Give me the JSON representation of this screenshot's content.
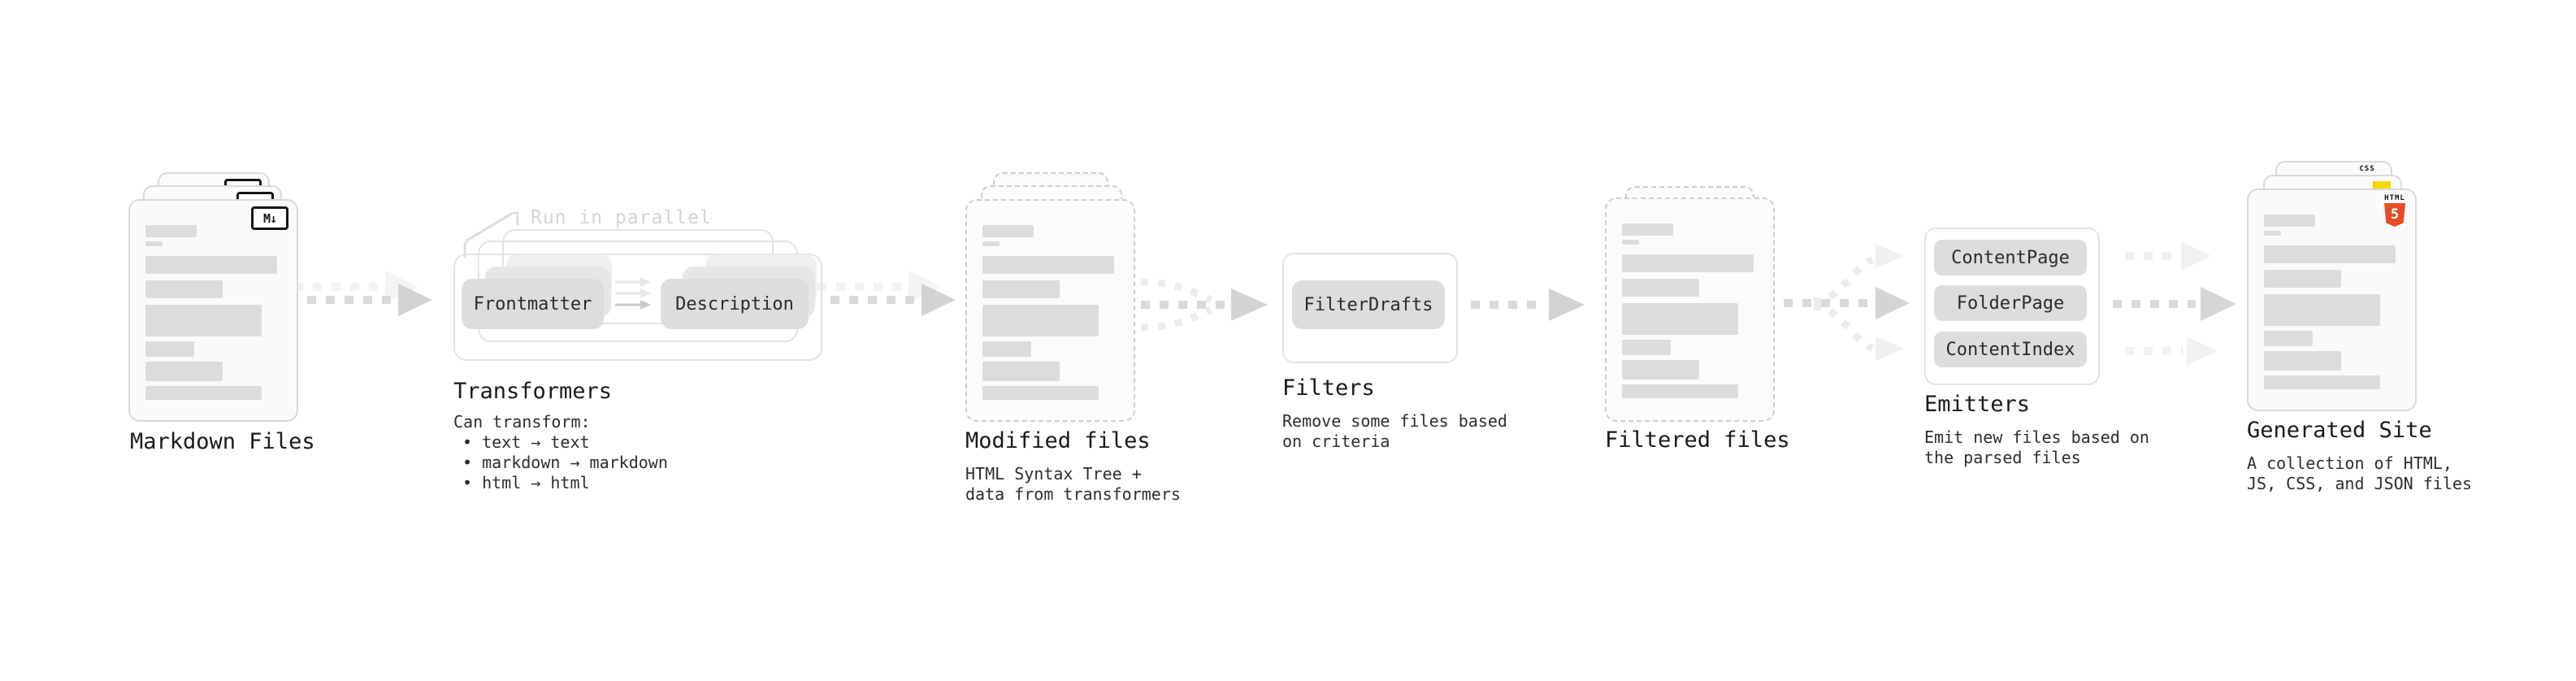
{
  "colors": {
    "html5_orange": "#e44d26",
    "js_yellow": "#f5d800",
    "css_blue": "#2a6bff"
  },
  "nodes": {
    "markdown_files": {
      "label": "Markdown Files",
      "file_badge": "M↓"
    },
    "transformers": {
      "label": "Transformers",
      "annotation": "Run in parallel",
      "steps": [
        "Frontmatter",
        "Description"
      ],
      "description_lines": [
        "Can transform:",
        "• text → text",
        "• markdown → markdown",
        "• html → html"
      ]
    },
    "modified_files": {
      "label": "Modified files",
      "description_lines": [
        "HTML Syntax Tree +",
        "data from transformers"
      ]
    },
    "filters": {
      "label": "Filters",
      "items": [
        "FilterDrafts"
      ],
      "description_lines": [
        "Remove some files based",
        "on criteria"
      ]
    },
    "filtered_files": {
      "label": "Filtered files"
    },
    "emitters": {
      "label": "Emitters",
      "items": [
        "ContentPage",
        "FolderPage",
        "ContentIndex"
      ],
      "description_lines": [
        "Emit new files based on",
        "the parsed files"
      ]
    },
    "generated_site": {
      "label": "Generated Site",
      "badges": {
        "css_label": "CSS",
        "html_label": "HTML",
        "html5_number": "5"
      },
      "description_lines": [
        "A collection of HTML,",
        "JS, CSS, and JSON files"
      ]
    }
  }
}
